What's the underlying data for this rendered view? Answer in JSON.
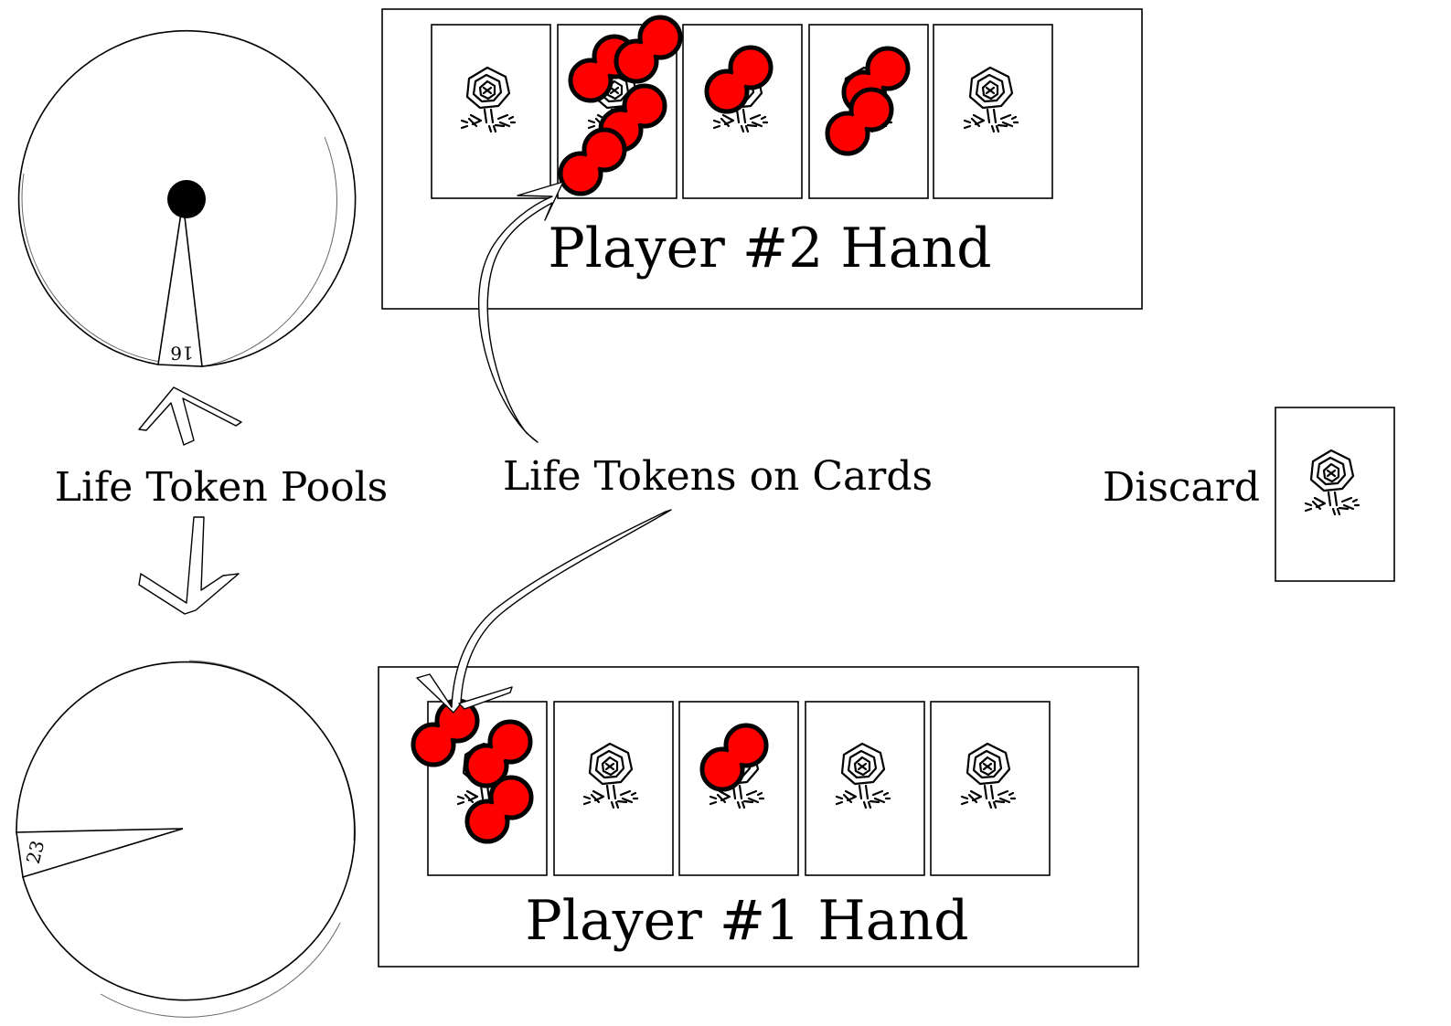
{
  "labels": {
    "player2_hand": "Player #2 Hand",
    "player1_hand": "Player #1 Hand",
    "life_token_pools": "Life Token Pools",
    "life_tokens_on_cards": "Life Tokens on Cards",
    "discard": "Discard"
  },
  "pools": {
    "player2_value": "16",
    "player1_value": "23"
  },
  "colors": {
    "token_fill": "#ff0000",
    "outline": "#000000",
    "background": "#ffffff"
  },
  "icons": {
    "card_back": "rose-icon",
    "token": "life-token-icon",
    "annotation": "curved-arrow-icon"
  },
  "hands": {
    "player2_tokens_per_card": [
      0,
      4,
      1,
      2,
      0
    ],
    "player1_tokens_per_card": [
      3,
      0,
      1,
      0,
      0
    ]
  }
}
